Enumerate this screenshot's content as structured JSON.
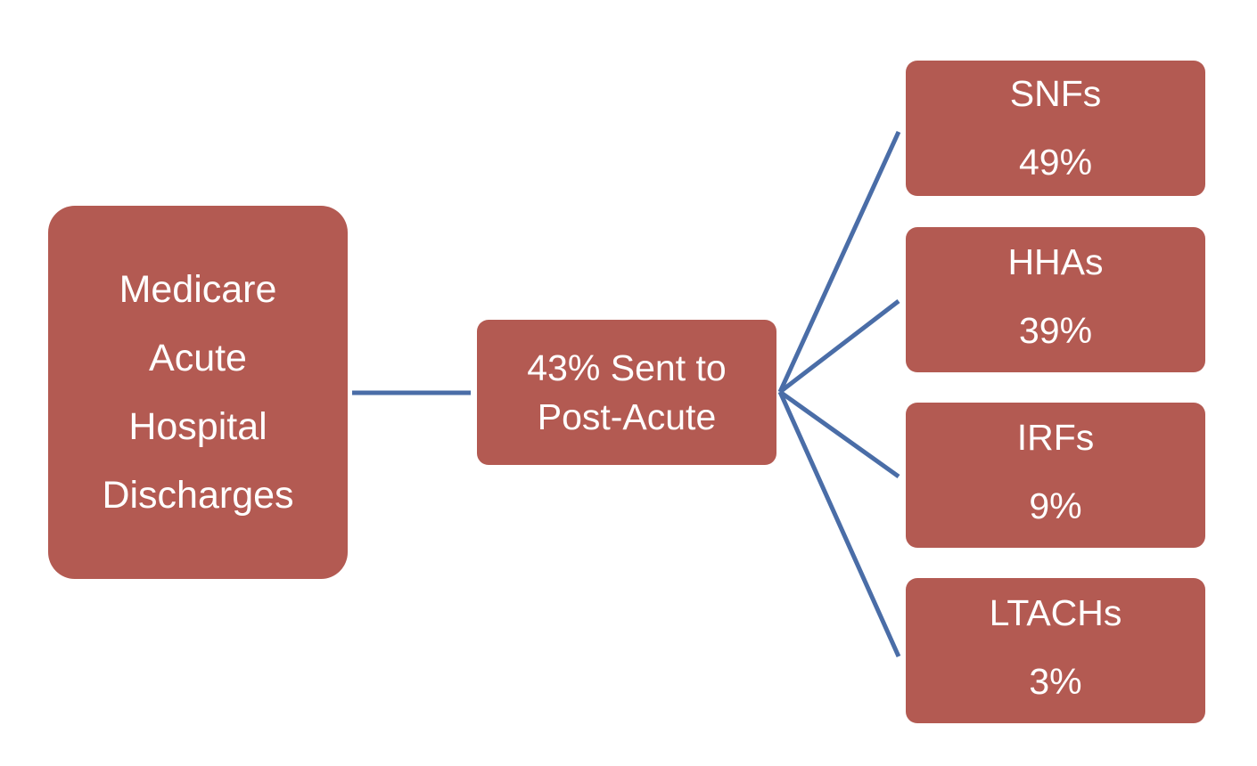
{
  "source": {
    "lines": [
      "Medicare",
      "Acute",
      "Hospital",
      "Discharges"
    ]
  },
  "middle": {
    "lines": [
      "43% Sent to",
      "Post-Acute"
    ]
  },
  "destinations": [
    {
      "name": "SNFs",
      "percent": "49%"
    },
    {
      "name": "HHAs",
      "percent": "39%"
    },
    {
      "name": "IRFs",
      "percent": "9%"
    },
    {
      "name": "LTACHs",
      "percent": "3%"
    }
  ],
  "colors": {
    "box_fill": "#b35a52",
    "connector": "#4a6da7",
    "text": "#ffffff"
  }
}
